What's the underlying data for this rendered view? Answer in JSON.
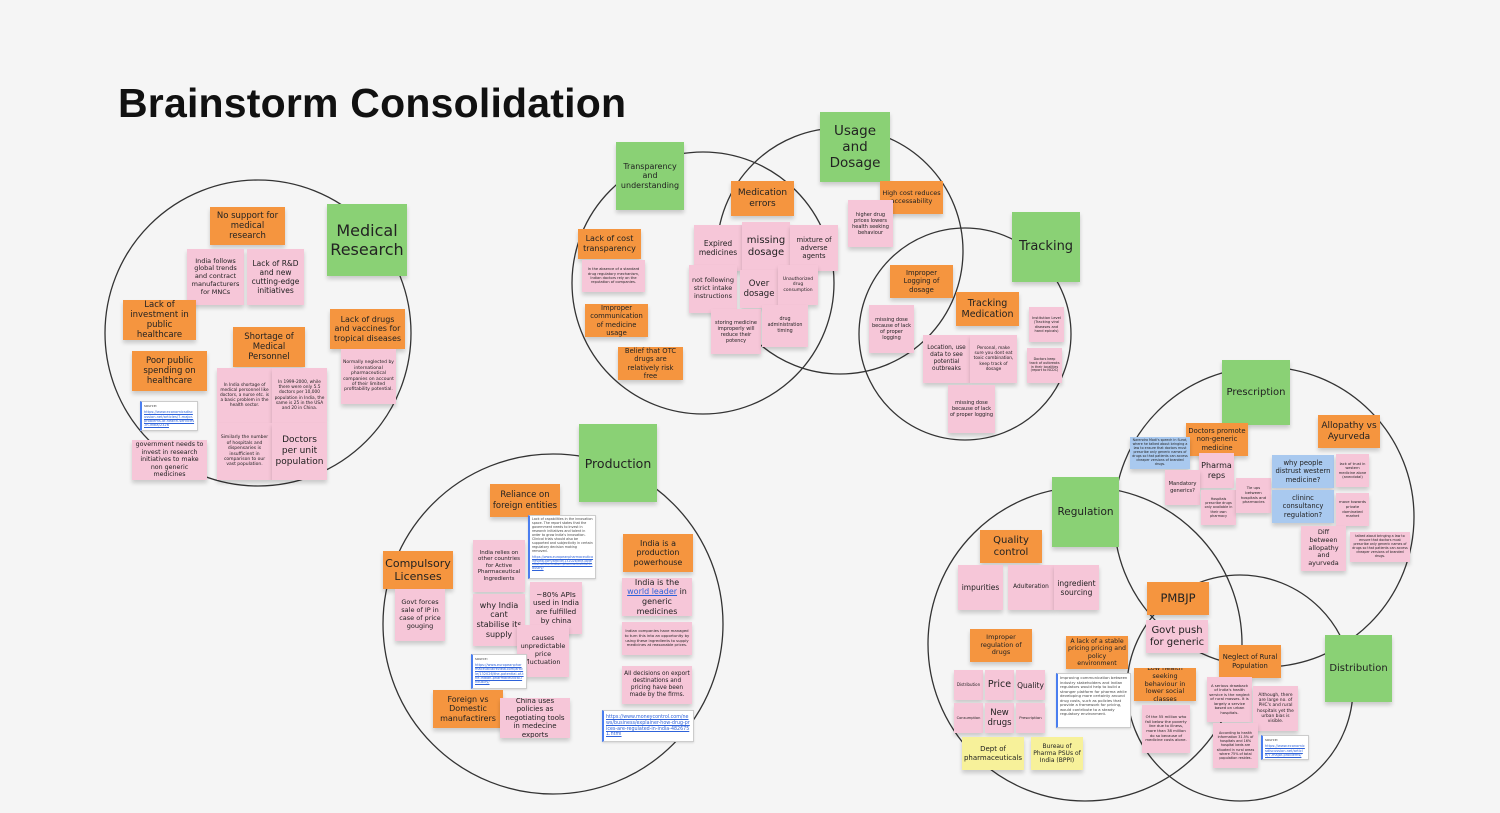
{
  "title": "Brainstorm Consolidation",
  "colors": {
    "topic": "#8ad175",
    "issue": "#f5953f",
    "detail": "#f6c6d8",
    "question": "#a9c9ef",
    "org": "#f7f19a",
    "ring": "#333333"
  },
  "notes": [
    {
      "id": "med_title",
      "kind": "green",
      "text": "Medical Research"
    },
    {
      "id": "no_support",
      "kind": "orange",
      "text": "No support for medical research"
    },
    {
      "id": "india_follows",
      "kind": "pink",
      "text": "India follows global trends and contract manufacturers for MNCs"
    },
    {
      "id": "lack_rd",
      "kind": "pink",
      "text": "Lack of R&D and new cutting-edge initiatives"
    },
    {
      "id": "lack_invest",
      "kind": "orange",
      "text": "Lack of investment in public healthcare"
    },
    {
      "id": "poor_spending",
      "kind": "orange",
      "text": "Poor public spending on healthcare"
    },
    {
      "id": "shortage",
      "kind": "orange",
      "text": "Shortage of Medical Personnel"
    },
    {
      "id": "tropical",
      "kind": "orange",
      "text": "Lack of drugs and vaccines for tropical diseases"
    },
    {
      "id": "neglected",
      "kind": "pink",
      "text": "Normally neglected by international pharmaceutical companies on account of their limited profitability potential."
    },
    {
      "id": "shortage_detail",
      "kind": "pink",
      "text": "In India shortage of medical personnel like doctors, a nurse etc. is a basic problem in the health sector."
    },
    {
      "id": "doctors_stat",
      "kind": "pink",
      "text": "In 1999-2000, while there were only 5.5 doctors per 10,000 population in India, the same is 25 in the USA and 20 in China."
    },
    {
      "id": "hospitals_detail",
      "kind": "pink",
      "text": "Similarly the number of hospitals and dispensaries is insufficient in comparison to our vast population."
    },
    {
      "id": "doctors_unit",
      "kind": "pink",
      "text": "Doctors per unit population"
    },
    {
      "id": "med_source",
      "kind": "card",
      "label": "source:",
      "url": "https://www.economicsdiscussion.net/articles/7-major-problems-of-health-services-in-india/2326"
    },
    {
      "id": "govt_invest",
      "kind": "pink",
      "text": "government needs to invest in research initiatives to make non generic medicines"
    },
    {
      "id": "transp_title",
      "kind": "green",
      "text": "Transparency and understanding"
    },
    {
      "id": "cost_transp",
      "kind": "orange",
      "text": "Lack of cost transparency"
    },
    {
      "id": "cost_detail",
      "kind": "pink",
      "text": "In the absence of a standard drug regulatory mechanism, Indian doctors rely on the reputation of companies."
    },
    {
      "id": "improper_comm",
      "kind": "orange",
      "text": "Improper communication of medicine usage"
    },
    {
      "id": "otc",
      "kind": "orange",
      "text": "Belief that OTC drugs are relatively risk free"
    },
    {
      "id": "med_errors",
      "kind": "orange",
      "text": "Medication errors"
    },
    {
      "id": "expired",
      "kind": "pink",
      "text": "Expired medicines"
    },
    {
      "id": "missing_dosage",
      "kind": "pink",
      "text": "missing dosage"
    },
    {
      "id": "mixture",
      "kind": "pink",
      "text": "mixture of adverse agents"
    },
    {
      "id": "not_following",
      "kind": "pink",
      "text": "not following strict intake instructions"
    },
    {
      "id": "over_dosage",
      "kind": "pink",
      "text": "Over dosage"
    },
    {
      "id": "unauthorized",
      "kind": "pink",
      "text": "Unauthorized drug consumption"
    },
    {
      "id": "storing",
      "kind": "pink",
      "text": "storing medicine improperly will reduce their potency"
    },
    {
      "id": "admin_timing",
      "kind": "pink",
      "text": "drug administration timing"
    },
    {
      "id": "usage_title",
      "kind": "green",
      "text": "Usage and Dosage"
    },
    {
      "id": "high_cost",
      "kind": "orange",
      "text": "High cost reduces accessability"
    },
    {
      "id": "higher_prices",
      "kind": "pink",
      "text": "higher drug prices lowers health seeking behaviour"
    },
    {
      "id": "tracking_title",
      "kind": "green",
      "text": "Tracking"
    },
    {
      "id": "improper_logging",
      "kind": "orange",
      "text": "Improper Logging of dosage"
    },
    {
      "id": "tracking_med",
      "kind": "orange",
      "text": "Tracking Medication"
    },
    {
      "id": "missing_dose1",
      "kind": "pink",
      "text": "missing dose because of lack of proper logging"
    },
    {
      "id": "location",
      "kind": "pink",
      "text": "Location, use data to see potential outbreaks"
    },
    {
      "id": "personal",
      "kind": "pink",
      "text": "Personal, make sure you dont eat toxic combination, keep track of dosage"
    },
    {
      "id": "institution",
      "kind": "pink",
      "text": "Institution Level (Tracking viral diseases and hand epicals)"
    },
    {
      "id": "doctors_track",
      "kind": "pink",
      "text": "Doctors keep track of outbreaks in their localities (report to NCDC)"
    },
    {
      "id": "missing_dose2",
      "kind": "pink",
      "text": "missing dose because of lack of proper logging"
    },
    {
      "id": "prod_title",
      "kind": "green",
      "text": "Production"
    },
    {
      "id": "reliance",
      "kind": "orange",
      "text": "Reliance on foreign entities"
    },
    {
      "id": "innovation_card",
      "kind": "card",
      "label": "Lack of capabilities in the innovation space. The report states that the government needs to invest in research initiatives and talent in order to grow India's innovation. Clinical trials should also be supported and subjectivity in certain regulatory decision making removed.",
      "url": "https://www.europeanpharmaceuticalreview.com/article/132026/the-potential-of-the-indian-pharmaceutical-industry/"
    },
    {
      "id": "api_relies",
      "kind": "pink",
      "text": "India relies on other countries for Active Pharmaceutical Ingredients"
    },
    {
      "id": "compulsory",
      "kind": "orange",
      "text": "Compulsory Licenses"
    },
    {
      "id": "govt_forces",
      "kind": "pink",
      "text": "Govt forces sale of IP in case of price gouging"
    },
    {
      "id": "why_india",
      "kind": "pink",
      "text": "why India cant stabilise its supply"
    },
    {
      "id": "apis_china",
      "kind": "pink",
      "text": "~80% APIs used in India are fulfilled by china"
    },
    {
      "id": "fluctuation",
      "kind": "pink",
      "text": "causes unpredictable price fluctuation"
    },
    {
      "id": "prod_source",
      "kind": "card",
      "label": "source:",
      "url": "https://www.europeanpharmaceuticalreview.com/article/132026/the-potential-of-the-indian-pharmaceutical-industry/"
    },
    {
      "id": "foreign_domestic",
      "kind": "orange",
      "text": "Foreign vs Domestic manufactirers"
    },
    {
      "id": "china_policies",
      "kind": "pink",
      "text": "China uses policies as negotiating tools in medecine exports"
    },
    {
      "id": "powerhouse",
      "kind": "orange",
      "text": "India is a production powerhouse"
    },
    {
      "id": "world_leader",
      "kind": "pink",
      "pre": "India is the ",
      "link_text": "world leader",
      "post": " in generic medicines"
    },
    {
      "id": "indian_companies",
      "kind": "pink",
      "text": "Indian companies have managed to turn this into an opportunity by using these ingredients to supply medicines at reasonable prices."
    },
    {
      "id": "export_decisions",
      "kind": "pink",
      "text": "All decisions on export destinations and pricing have been made by the firms."
    },
    {
      "id": "moneycontrol",
      "kind": "card",
      "label": "",
      "url": "https://www.moneycontrol.com/news/business/explainer-how-drug-prices-are-regulated-in-india-4826751.html"
    },
    {
      "id": "reg_title",
      "kind": "green",
      "text": "Regulation"
    },
    {
      "id": "quality_control",
      "kind": "orange",
      "text": "Quality control"
    },
    {
      "id": "impurities",
      "kind": "pink",
      "text": "impurities"
    },
    {
      "id": "adulteration",
      "kind": "pink",
      "text": "Adulteration"
    },
    {
      "id": "ingredient",
      "kind": "pink",
      "text": "ingredient sourcing"
    },
    {
      "id": "improper_reg",
      "kind": "orange",
      "text": "Improper regulation of drugs"
    },
    {
      "id": "reg_distribution",
      "kind": "pink",
      "text": "Distribution"
    },
    {
      "id": "reg_price",
      "kind": "pink",
      "text": "Price"
    },
    {
      "id": "reg_quality",
      "kind": "pink",
      "text": "Quality"
    },
    {
      "id": "reg_consumption",
      "kind": "pink",
      "text": "Consumption"
    },
    {
      "id": "reg_newdrugs",
      "kind": "pink",
      "text": "New drugs"
    },
    {
      "id": "reg_prescription",
      "kind": "pink",
      "text": "Prescription"
    },
    {
      "id": "stable_pricing",
      "kind": "orange",
      "text": "A lack of a stable pricing pricing and policy environment"
    },
    {
      "id": "improving_card",
      "kind": "card",
      "label": "Improving communication between industry stakeholders and Indian regulators would help to build a stronger platform for pharma while developing more certainty around drug costs, such as policies that provide a framework for pricing, would contribute to a steady regulatory environment.",
      "url": ""
    },
    {
      "id": "dept_pharma",
      "kind": "yellow",
      "text": "Dept of pharmaceuticals"
    },
    {
      "id": "bppi",
      "kind": "yellow",
      "text": "Bureau of Pharma PSUs of India (BPPI)"
    },
    {
      "id": "pmbjp",
      "kind": "orange",
      "text": "PMBJP"
    },
    {
      "id": "govt_push",
      "kind": "pink",
      "text": "Govt push for generic"
    },
    {
      "id": "low_health",
      "kind": "orange",
      "text": "Low health seeking behaviour in lower social classes"
    },
    {
      "id": "poverty_stat",
      "kind": "pink",
      "text": "Of the 55 million who fall below the poverty line due to illness, more than 38 million do so because of medicine costs alone."
    },
    {
      "id": "rural",
      "kind": "orange",
      "text": "Neglect of Rural Population"
    },
    {
      "id": "rural_drawback",
      "kind": "pink",
      "text": "A serious drawback of India's health service is the neglect of rural masses. It is largely a service based on urban hospitals."
    },
    {
      "id": "rural_phc",
      "kind": "pink",
      "text": "Although, there are large no. of PHC's and rural hospitals yet the urban bias is visible."
    },
    {
      "id": "rural_stat",
      "kind": "pink",
      "text": "According to health information 31.5% of hospitals and 16% hospital beds are situated in rural areas where 75% of total population resides."
    },
    {
      "id": "rural_source",
      "kind": "card",
      "label": "source:",
      "url": "https://www.economicsdiscussion.net/article/7-major-problems/"
    },
    {
      "id": "dist_title",
      "kind": "green",
      "text": "Distribution"
    },
    {
      "id": "presc_title",
      "kind": "green",
      "text": "Prescription"
    },
    {
      "id": "doctors_promote",
      "kind": "orange",
      "text": "Doctors promote non-generic medicine"
    },
    {
      "id": "modi_speech",
      "kind": "blue",
      "text": "Narendra Modi's speech in Surat, where he talked about bringing a law to ensure that doctors must prescribe only generic names of drugs so that patients can access cheaper versions of branded drugs."
    },
    {
      "id": "pharma_reps",
      "kind": "pink",
      "text": "Pharma reps"
    },
    {
      "id": "mandatory",
      "kind": "pink",
      "text": "Mandatory generics?"
    },
    {
      "id": "hospitals_own",
      "kind": "pink",
      "text": "Hospitals prescribe drugs only available in their own pharmacy"
    },
    {
      "id": "tieups",
      "kind": "pink",
      "text": "Tie ups between hospitals and pharmacies"
    },
    {
      "id": "allopathy",
      "kind": "orange",
      "text": "Allopathy vs Ayurveda"
    },
    {
      "id": "distrust",
      "kind": "blue",
      "text": "why people distrust western medicine?"
    },
    {
      "id": "clinic_reg",
      "kind": "blue",
      "text": "clininc consultancy regulation?"
    },
    {
      "id": "lack_trust",
      "kind": "pink",
      "text": "lack of trust in western medicine alone (anecdotal)"
    },
    {
      "id": "private_market",
      "kind": "pink",
      "text": "move towards private dominated market"
    },
    {
      "id": "diff_allo",
      "kind": "pink",
      "text": "Diff between allopathy and ayurveda"
    },
    {
      "id": "law_talk",
      "kind": "pink",
      "text": "talked about bringing a law to ensure that doctors must prescribe only generic names of drugs so that patients can access cheaper versions of branded drugs."
    }
  ]
}
